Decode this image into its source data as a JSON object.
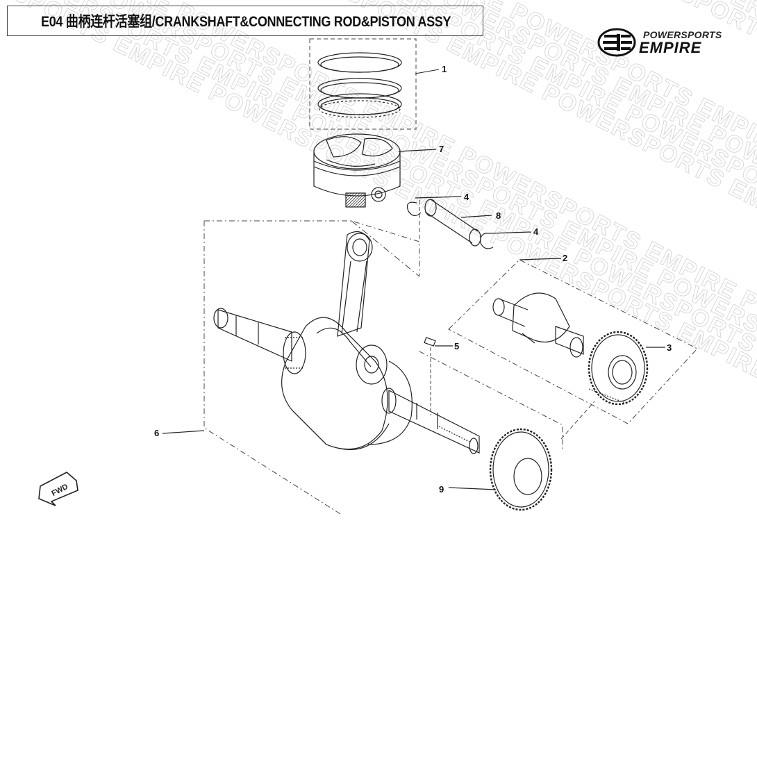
{
  "title": "E04 曲柄连杆活塞组/CRANKSHAFT&CONNECTING ROD&PISTON ASSY",
  "logo": {
    "line1": "POWERSPORTS",
    "line2": "EMPIRE"
  },
  "watermark_text": "POWERSPORTS EMPIRE POWERSPORTS EMPIRE POWERSPORTS EMPIRE POWERSPORTS EMPIRE",
  "direction_label": "FWD",
  "callouts": [
    {
      "number": "1",
      "part": "piston-rings"
    },
    {
      "number": "7",
      "part": "piston"
    },
    {
      "number": "4",
      "part": "piston-pin-clip-left"
    },
    {
      "number": "8",
      "part": "piston-pin"
    },
    {
      "number": "4",
      "part": "piston-pin-clip-right"
    },
    {
      "number": "2",
      "part": "balance-shaft"
    },
    {
      "number": "3",
      "part": "balance-shaft-gear"
    },
    {
      "number": "5",
      "part": "woodruff-key"
    },
    {
      "number": "6",
      "part": "crankshaft-assy"
    },
    {
      "number": "9",
      "part": "crankshaft-drive-gear"
    }
  ]
}
